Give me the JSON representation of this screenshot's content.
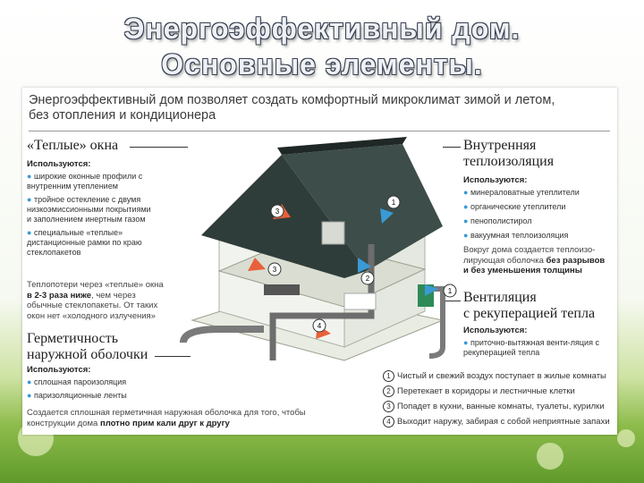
{
  "slide": {
    "title_line1": "Энергоэффективный дом.",
    "title_line2": "Основные элементы."
  },
  "panel": {
    "intro_line1": "Энергоэффективный дом позволяет создать комфортный микроклимат зимой и летом,",
    "intro_line2": "без отопления и кондиционера",
    "windows": {
      "heading": "«Теплые» окна",
      "used_label": "Используются:",
      "items": [
        "широкие оконные профили с внутренним утеплением",
        "тройное остекление с двумя низкоэмиссионными покрытиями и заполнением инертным газом",
        "специальные «теплые» дистанционные рамки по краю стеклопакетов"
      ],
      "note_part1": "Теплопотери через «теплые» окна",
      "note_bold": "в 2-3 раза ниже",
      "note_part2": ", чем через обычные стеклопакеты. От таких окон нет «холодного излучения»"
    },
    "shell": {
      "heading_line1": "Герметичность",
      "heading_line2": "наружной оболочки",
      "used_label": "Используются:",
      "items": [
        "сплошная пароизоляция",
        "паризоляционные ленты"
      ],
      "note_part1": "Создается сплошная герметичная наружная оболочка для того, чтобы конструкции дома ",
      "note_bold": "плотно прим кали друг к другу"
    },
    "insulation": {
      "heading_line1": "Внутренняя",
      "heading_line2": "теплоизоляция",
      "used_label": "Используются:",
      "items": [
        "минераловатные утеплители",
        "органические утеплители",
        "пенополистирол",
        "вакуумная теплоизоляция"
      ],
      "note_part1": "Вокруг дома создается теплоизо-лирующая оболочка ",
      "note_bold": "без разрывов и без уменьшения толщины"
    },
    "ventilation": {
      "heading_line1": "Вентиляция",
      "heading_line2": "с рекуперацией тепла",
      "used_label": "Используются:",
      "items": [
        "приточно-вытяжная венти-ляция с рекуперацией тепла"
      ]
    },
    "legend": [
      {
        "n": "1",
        "text": "Чистый и свежий воздух поступает в жилые комнаты"
      },
      {
        "n": "2",
        "text": "Перетекает в коридоры и лестничные клетки"
      },
      {
        "n": "3",
        "text": "Попадет в кухни, ванные комнаты, туалеты, курилки"
      },
      {
        "n": "4",
        "text": "Выходит наружу, забирая с собой неприятные запахи"
      }
    ],
    "diagram_markers": [
      "1",
      "2",
      "3",
      "3",
      "4",
      "1"
    ]
  },
  "colors": {
    "roof": "#2f3d3a",
    "arrow_warm": "#e8613a",
    "arrow_cool": "#3a9ad4",
    "pipe": "#6d6d6d"
  }
}
